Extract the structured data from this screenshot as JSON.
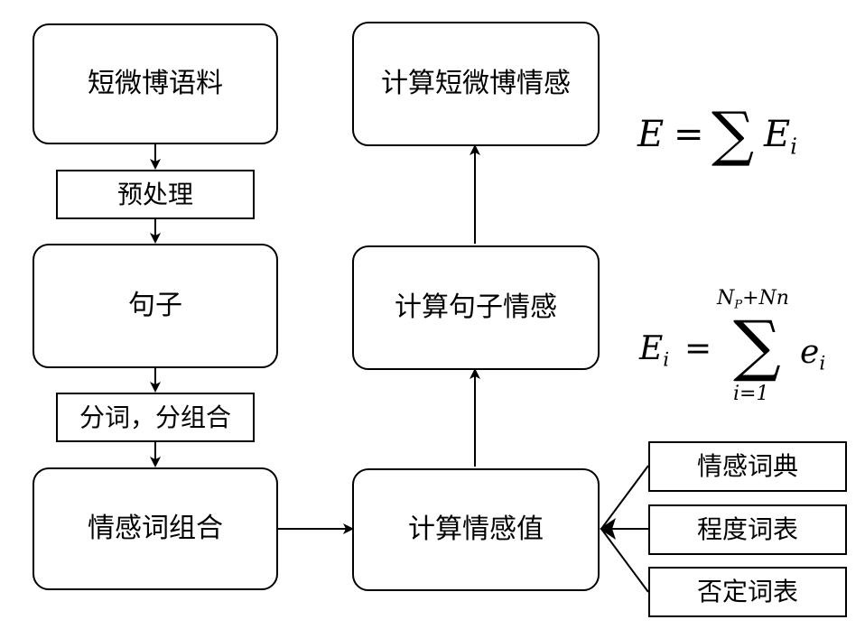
{
  "nodes": {
    "corpus": "短微博语料",
    "preprocess": "预处理",
    "sentence": "句子",
    "segment": "分词，分组合",
    "sentiment_word_combo": "情感词组合",
    "compute_value": "计算情感值",
    "compute_sentence": "计算句子情感",
    "compute_weibo": "计算短微博情感",
    "sentiment_dict": "情感词典",
    "degree_dict": "程度词表",
    "negation_dict": "否定词表"
  },
  "formulas": {
    "f1": {
      "lhs": "E",
      "eq": "=",
      "sigma": "∑",
      "term": "E",
      "term_sub": "i"
    },
    "f2": {
      "lhs": "E",
      "lhs_sub": "i",
      "eq": "=",
      "sigma": "∑",
      "upper": "N",
      "upper_sub": "P",
      "upper_rest": "+Nn",
      "lower": "i=1",
      "term": "e",
      "term_sub": "i"
    }
  },
  "colors": {
    "stroke": "#000000",
    "background": "#ffffff"
  }
}
